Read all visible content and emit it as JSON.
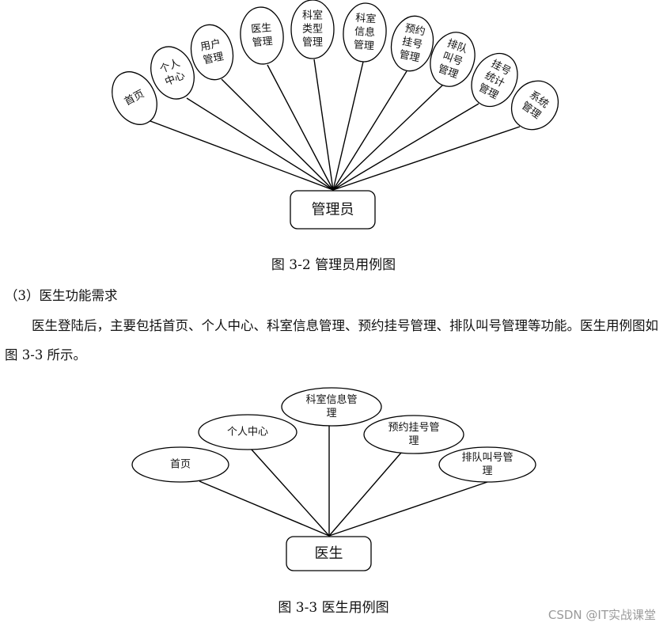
{
  "admin_diagram": {
    "actor": "管理员",
    "use_cases": [
      [
        "首页"
      ],
      [
        "个人",
        "中心"
      ],
      [
        "用户",
        "管理"
      ],
      [
        "医生",
        "管理"
      ],
      [
        "科室",
        "类型",
        "管理"
      ],
      [
        "科室",
        "信息",
        "管理"
      ],
      [
        "预约",
        "挂号",
        "管理"
      ],
      [
        "排队",
        "叫号",
        "管理"
      ],
      [
        "挂号",
        "统计",
        "管理"
      ],
      [
        "系统",
        "管理"
      ]
    ]
  },
  "caption1": "图 3-2  管理员用例图",
  "section_heading": "（3）医生功能需求",
  "body_text": "医生登陆后，主要包括首页、个人中心、科室信息管理、预约挂号管理、排队叫号管理等功能。医生用例图如图 3-3 所示。",
  "doctor_diagram": {
    "actor": "医生",
    "use_cases": [
      [
        "首页"
      ],
      [
        "个人中心"
      ],
      [
        "科室信息管",
        "理"
      ],
      [
        "预约挂号管",
        "理"
      ],
      [
        "排队叫号管",
        "理"
      ]
    ]
  },
  "caption2": "图 3-3 医生用例图",
  "watermark": "CSDN @IT实战课堂"
}
